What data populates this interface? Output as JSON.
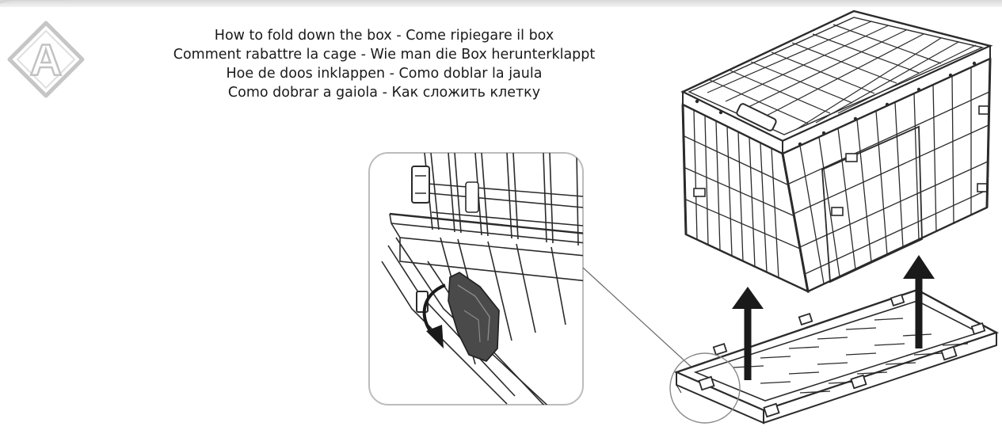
{
  "step_badge": {
    "letter": "A"
  },
  "title": {
    "lines": [
      "How to fold down the box - Come ripiegare il box",
      "Comment rabattre la cage - Wie man die Box herunterklappt",
      "Hoe de doos inklappen - Como doblar la jaula",
      "Como dobrar a gaiola - Как сложить клетку"
    ]
  },
  "colors": {
    "line": "#2b2b2b",
    "arrow": "#1a1a1a",
    "clip": "#4a4a4a",
    "badge_outline": "#c2c2c2"
  },
  "icons": {
    "lift_arrow": "up-arrow-icon",
    "rotate_arrow": "curved-arrow-icon"
  }
}
